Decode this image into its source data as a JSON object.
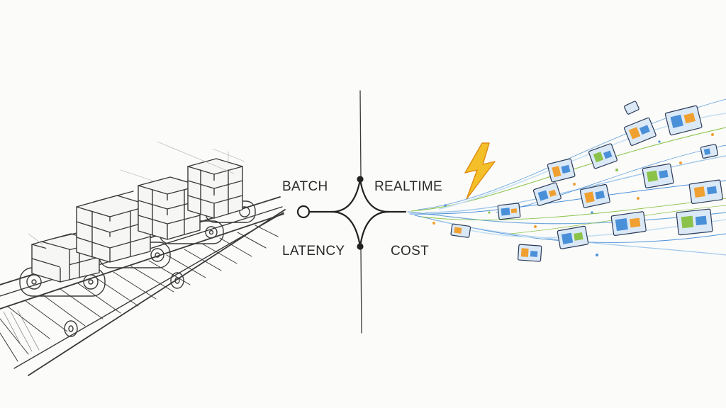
{
  "labels": {
    "batch": "BATCH",
    "realtime": "REALTIME",
    "latency": "LATENCY",
    "cost": "COST"
  },
  "icons": {
    "left": "conveyor-belt-with-crates",
    "center": "four-way-junction",
    "lightning": "lightning-bolt-icon",
    "right": "data-stream-of-screens"
  },
  "colors": {
    "ink": "#2a2a2a",
    "lightning": "#f2b51c",
    "stream_blue": "#4a90d9",
    "stream_green": "#8bc34a",
    "stream_orange": "#f0a030"
  }
}
